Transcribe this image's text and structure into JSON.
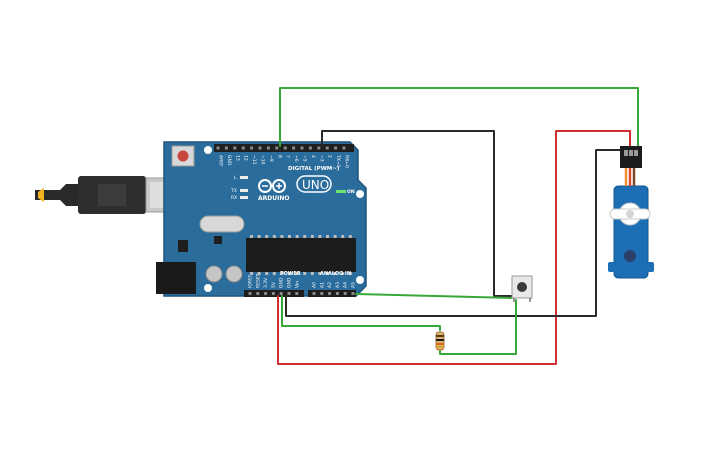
{
  "board": {
    "brand": "ARDUINO",
    "model": "UNO",
    "digital_label": "DIGITAL (PWM~)",
    "power_label": "POWER",
    "analog_label": "ANALOG IN",
    "on_label": "ON",
    "led_l": "L",
    "led_tx": "TX",
    "led_rx": "RX",
    "digital_pins": [
      "AREF",
      "GND",
      "13",
      "12",
      "~11",
      "~10",
      "~9",
      "8",
      "7",
      "~6",
      "~5",
      "4",
      "~3",
      "2",
      "TX→1",
      "RX←0"
    ],
    "power_pins": [
      "IOREF",
      "RESET",
      "3.3V",
      "5V",
      "GND",
      "GND",
      "Vin"
    ],
    "analog_pins": [
      "A0",
      "A1",
      "A2",
      "A3",
      "A4",
      "A5"
    ]
  },
  "components": {
    "usb": "usb-cable",
    "button": "pushbutton",
    "resistor": "resistor",
    "servo": "micro-servo"
  },
  "colors": {
    "board": "#2a6c9c",
    "board_dark": "#1f547b",
    "wire_green": "#38a838",
    "wire_black": "#2b2b2b",
    "wire_red": "#cf2f2f",
    "servo": "#1c6fb4",
    "servo_signal": "#f29032",
    "servo_power": "#d94d2b",
    "servo_ground": "#7a4a2a"
  }
}
